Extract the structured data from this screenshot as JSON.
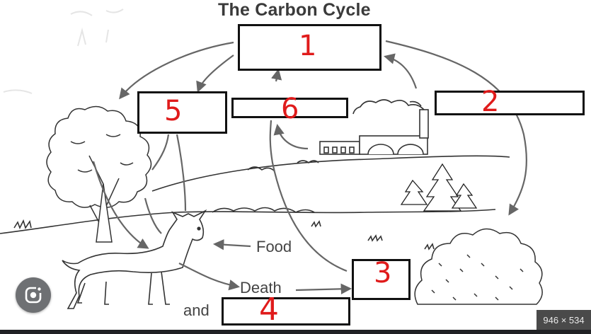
{
  "title": "The Carbon Cycle",
  "boxes": [
    {
      "number": "1"
    },
    {
      "number": "2"
    },
    {
      "number": "3"
    },
    {
      "number": "4"
    },
    {
      "number": "5"
    },
    {
      "number": "6"
    }
  ],
  "labels": {
    "food": "Food",
    "death": "Death",
    "and": "and"
  },
  "overlay": {
    "lens_icon": "google-lens-icon",
    "dimensions": "946 × 534"
  },
  "colors": {
    "handwriting": "#e01b1b",
    "box_border": "#111111",
    "line_art": "#333333",
    "arrows": "#666666"
  }
}
